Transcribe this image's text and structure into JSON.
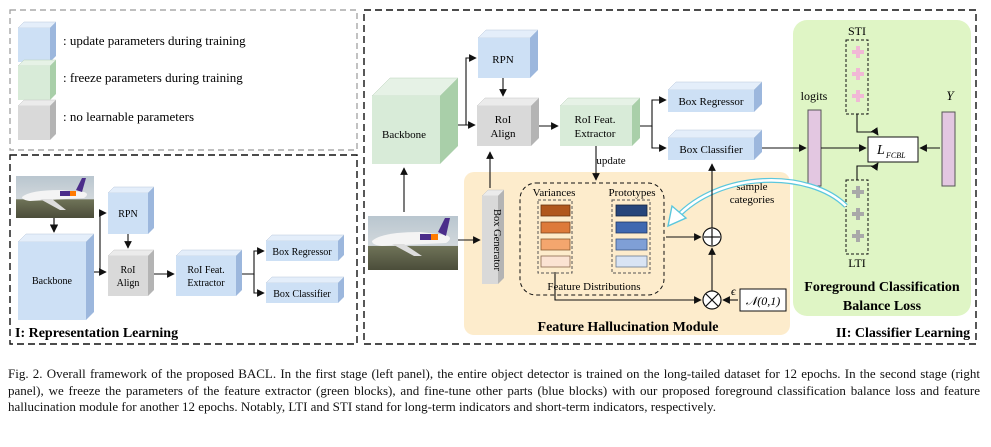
{
  "legend": {
    "update": ": update parameters during training",
    "freeze": ": freeze parameters during training",
    "none": ": no learnable parameters"
  },
  "panel1": {
    "title": "I: Representation Learning",
    "backbone": "Backbone",
    "rpn": "RPN",
    "roi_align": [
      "RoI",
      "Align"
    ],
    "extractor": [
      "RoI Feat.",
      "Extractor"
    ],
    "box_regressor": "Box Regressor",
    "box_classifier": "Box Classifier"
  },
  "panel2": {
    "title": "II: Classifier Learning",
    "backbone": "Backbone",
    "rpn": "RPN",
    "roi_align": [
      "RoI",
      "Align"
    ],
    "extractor": [
      "RoI Feat.",
      "Extractor"
    ],
    "box_regressor": "Box Regressor",
    "box_classifier": "Box Classifier",
    "update_label": "update",
    "box_generator": "Box Generator",
    "variances": "Variances",
    "prototypes": "Prototypes",
    "feature_distributions": "Feature Distributions",
    "sample_categories": [
      "sample",
      "categories"
    ],
    "epsilon": "ϵ",
    "noise": "𝒩(0,1)",
    "fhm_title": "Feature Hallucination Module",
    "logits": "logits",
    "sti": "STI",
    "lti": "LTI",
    "y_label": "Y",
    "loss_main": "L",
    "loss_sub": "FCBL",
    "fcbl_title": [
      "Foreground Classification",
      "Balance Loss"
    ]
  },
  "colors": {
    "blue_front": "#cde0f5",
    "green_front": "#d8ebd8",
    "gray_front": "#d9d9d9",
    "fhm_bg": "#fdeccc",
    "fcbl_bg": "#dff5c5",
    "logits_fill": "#e3c7e1",
    "sti_dot": "#f1b8d6",
    "lti_dot": "#a9a9a9",
    "variances": [
      "#b0571d",
      "#dd7a3a",
      "#f4a66e",
      "#fbe3d3"
    ],
    "prototypes": [
      "#27457a",
      "#3f68b0",
      "#7f9fd6",
      "#d9e4f4"
    ],
    "arrow_cyan": "#5bc7dd"
  },
  "caption": "Fig. 2.  Overall framework of the proposed BACL. In the first stage (left panel), the entire object detector is trained on the long-tailed dataset for 12 epochs. In the second stage (right panel), we freeze the parameters of the feature extractor (green blocks), and fine-tune other parts (blue blocks) with our proposed foreground classification balance loss and feature hallucination module for another 12 epochs. Notably, LTI and STI stand for long-term indicators and short-term indicators, respectively."
}
